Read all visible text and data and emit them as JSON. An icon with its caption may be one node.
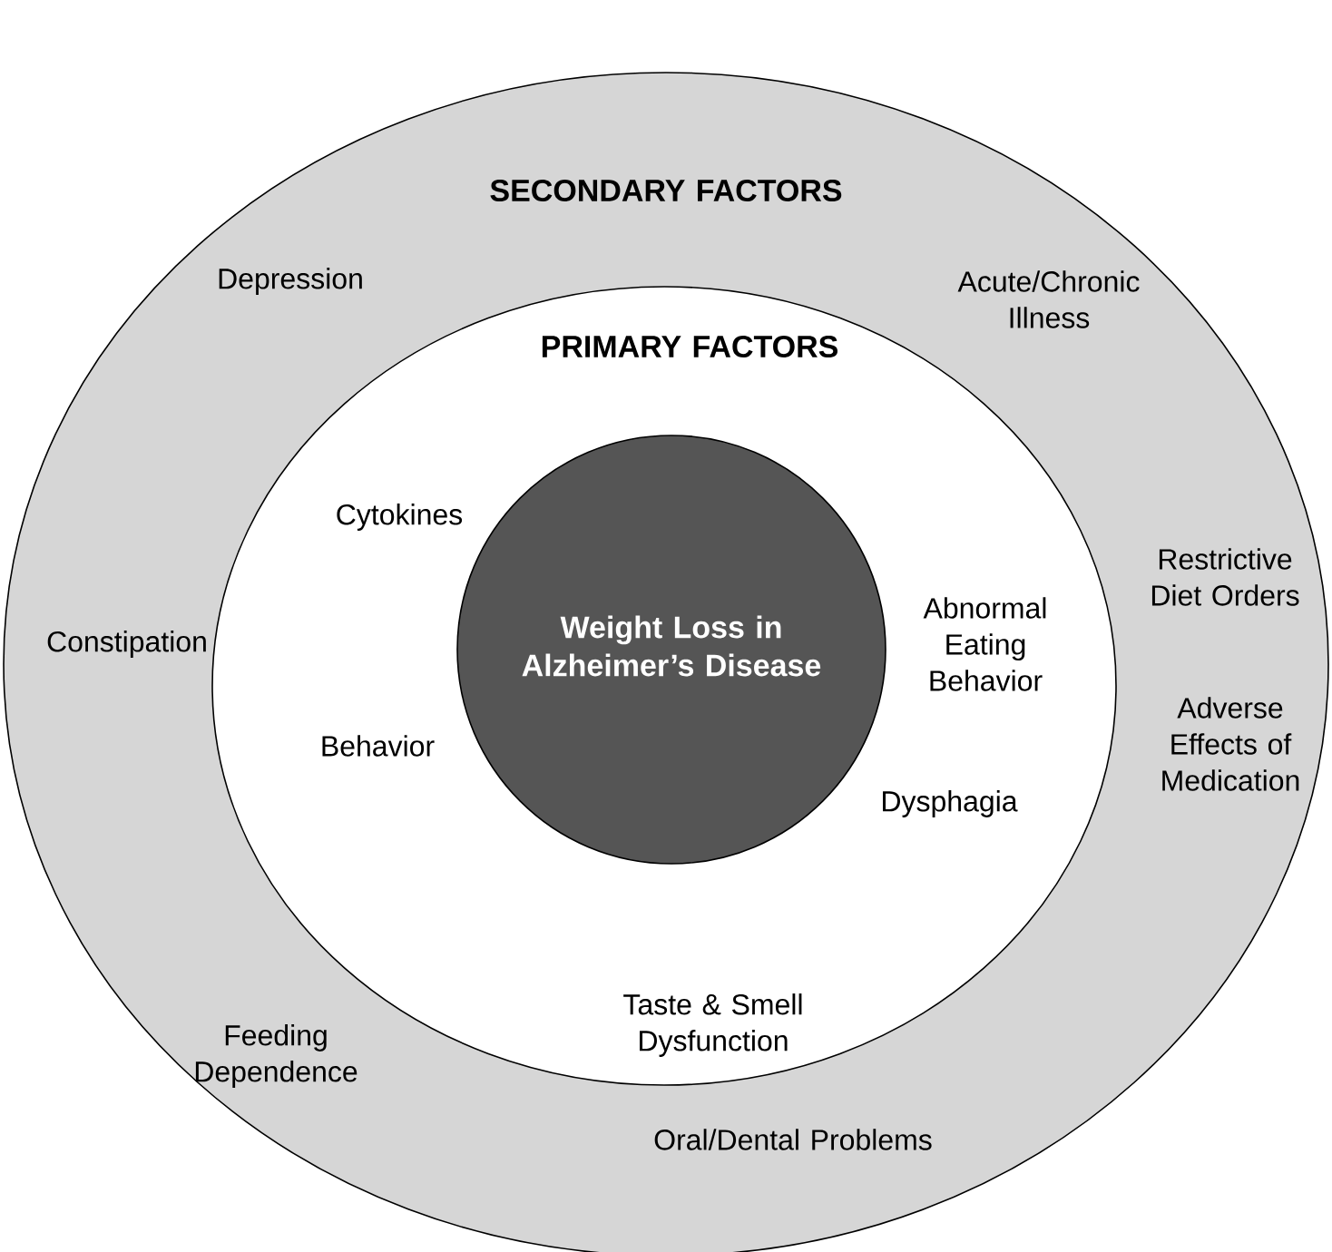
{
  "diagram": {
    "nodes": [
      {
        "text": [
          "SECONDARY FACTORS"
        ]
      },
      {
        "text": [
          "PRIMARY FACTORS"
        ],
        "in": 0
      },
      {
        "text": [
          "Weight Loss in Alzheimer’s Disease"
        ],
        "in": 1
      }
    ],
    "labels": [
      "Depression",
      "Acute/Chronic Illness",
      "Cytokines",
      "Restrictive Diet Orders",
      "Constipation",
      "Abnormal Eating Behavior",
      "Adverse Effects of Medication",
      "Behavior",
      "Dysphagia",
      "Taste & Smell Dysfunction",
      "Feeding Dependence",
      "Oral/Dental Problems"
    ]
  }
}
